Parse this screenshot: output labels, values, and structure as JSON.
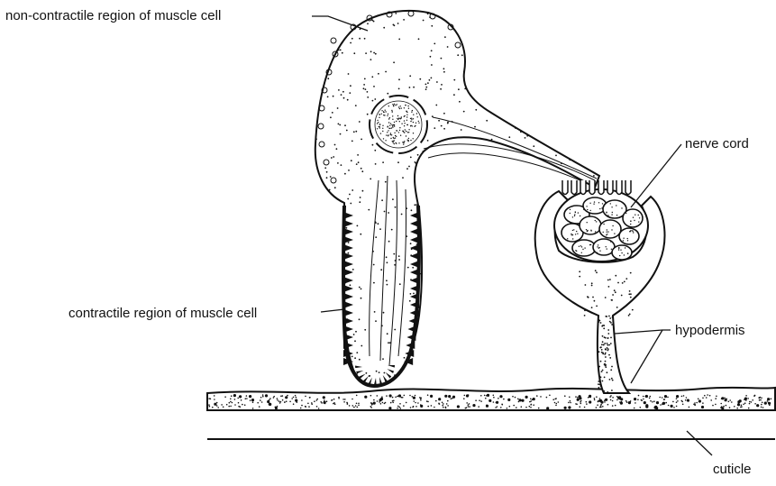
{
  "labels": {
    "noncontractile": "non-contractile region of muscle cell",
    "nerve_cord": "nerve cord",
    "contractile": "contractile region of muscle cell",
    "hypodermis": "hypodermis",
    "cuticle": "cuticle"
  },
  "colors": {
    "ink": "#111111",
    "paper": "#ffffff"
  }
}
